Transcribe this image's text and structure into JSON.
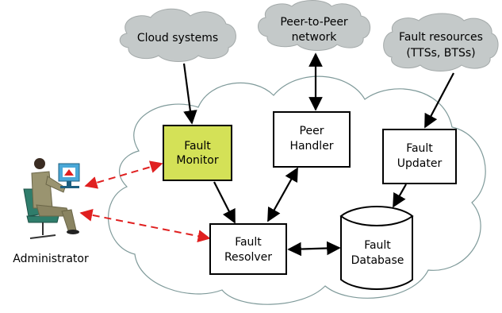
{
  "clouds": {
    "cloud_systems": "Cloud systems",
    "peer_to_peer_line1": "Peer-to-Peer",
    "peer_to_peer_line2": "network",
    "fault_resources_line1": "Fault resources",
    "fault_resources_line2": "(TTSs, BTSs)"
  },
  "boxes": {
    "fault_monitor_line1": "Fault",
    "fault_monitor_line2": "Monitor",
    "peer_handler_line1": "Peer",
    "peer_handler_line2": "Handler",
    "fault_updater_line1": "Fault",
    "fault_updater_line2": "Updater",
    "fault_resolver_line1": "Fault",
    "fault_resolver_line2": "Resolver",
    "fault_database_line1": "Fault",
    "fault_database_line2": "Database"
  },
  "actor": {
    "label": "Administrator"
  },
  "colors": {
    "monitor_fill": "#d4e157",
    "small_cloud_fill": "#c4c9c9",
    "dashed_arrow": "#e02020",
    "outline": "#000000",
    "big_cloud_stroke": "#7f9a9a"
  }
}
